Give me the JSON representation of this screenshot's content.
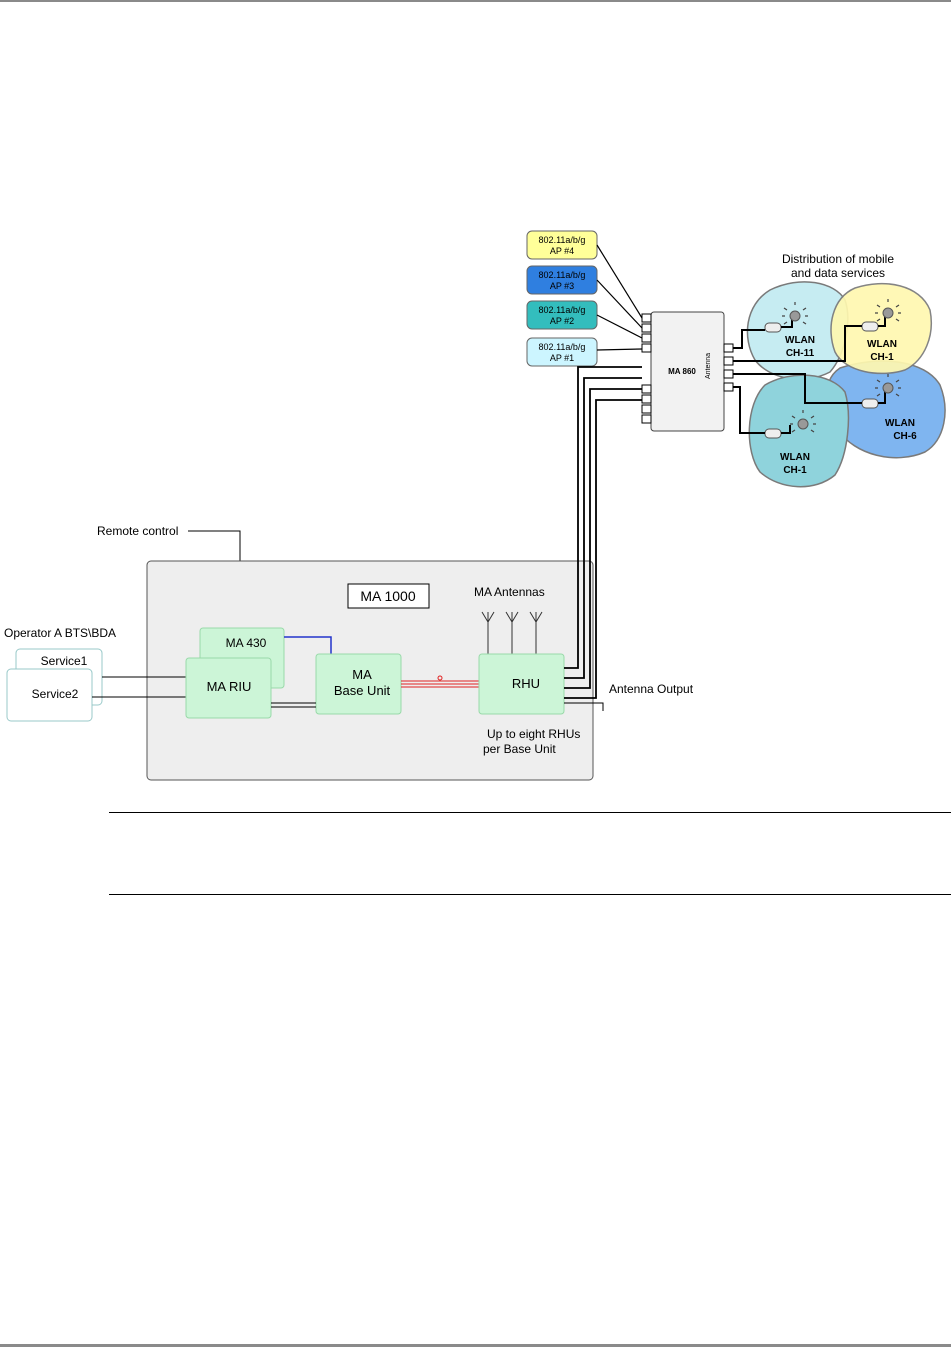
{
  "diagram": {
    "ap_units": [
      {
        "line1": "802.11a/b/g",
        "line2": "AP #4",
        "fill": "#ffff99"
      },
      {
        "line1": "802.11a/b/g",
        "line2": "AP #3",
        "fill": "#2f7fe0"
      },
      {
        "line1": "802.11a/b/g",
        "line2": "AP #2",
        "fill": "#33bdbd"
      },
      {
        "line1": "802.11a/b/g",
        "line2": "AP #1",
        "fill": "#ccf5ff"
      }
    ],
    "ma860": {
      "label": "MA 860",
      "side_label": "Antenna"
    },
    "distribution_label": {
      "line1": "Distribution of mobile",
      "line2": "and data services"
    },
    "zones": [
      {
        "line1": "WLAN",
        "line2": "CH-11",
        "fill": "#c6ecf2"
      },
      {
        "line1": "WLAN",
        "line2": "CH-1",
        "fill": "#fff8b0"
      },
      {
        "line1": "WLAN",
        "line2": "CH-6",
        "fill": "#7fb5f0"
      },
      {
        "line1": "WLAN",
        "line2": "CH-1",
        "fill": "#8fd3dc"
      }
    ],
    "remote_control": "Remote control",
    "operator": "Operator A BTS\\BDA",
    "services": [
      "Service1",
      "Service2"
    ],
    "system_title": "MA 1000",
    "ma430": "MA 430",
    "ma_riu": "MA RIU",
    "base_unit": {
      "line1": "MA",
      "line2": "Base Unit"
    },
    "antennas_label": "MA Antennas",
    "rhu": "RHU",
    "rhu_note": {
      "line1": "Up to eight RHUs",
      "line2": "per Base Unit"
    },
    "antenna_output": "Antenna Output",
    "colors": {
      "module": "#ccf5d7",
      "enclosure": "#eeeeee",
      "fiber": "#e02020",
      "control_link": "#2233cc"
    }
  }
}
